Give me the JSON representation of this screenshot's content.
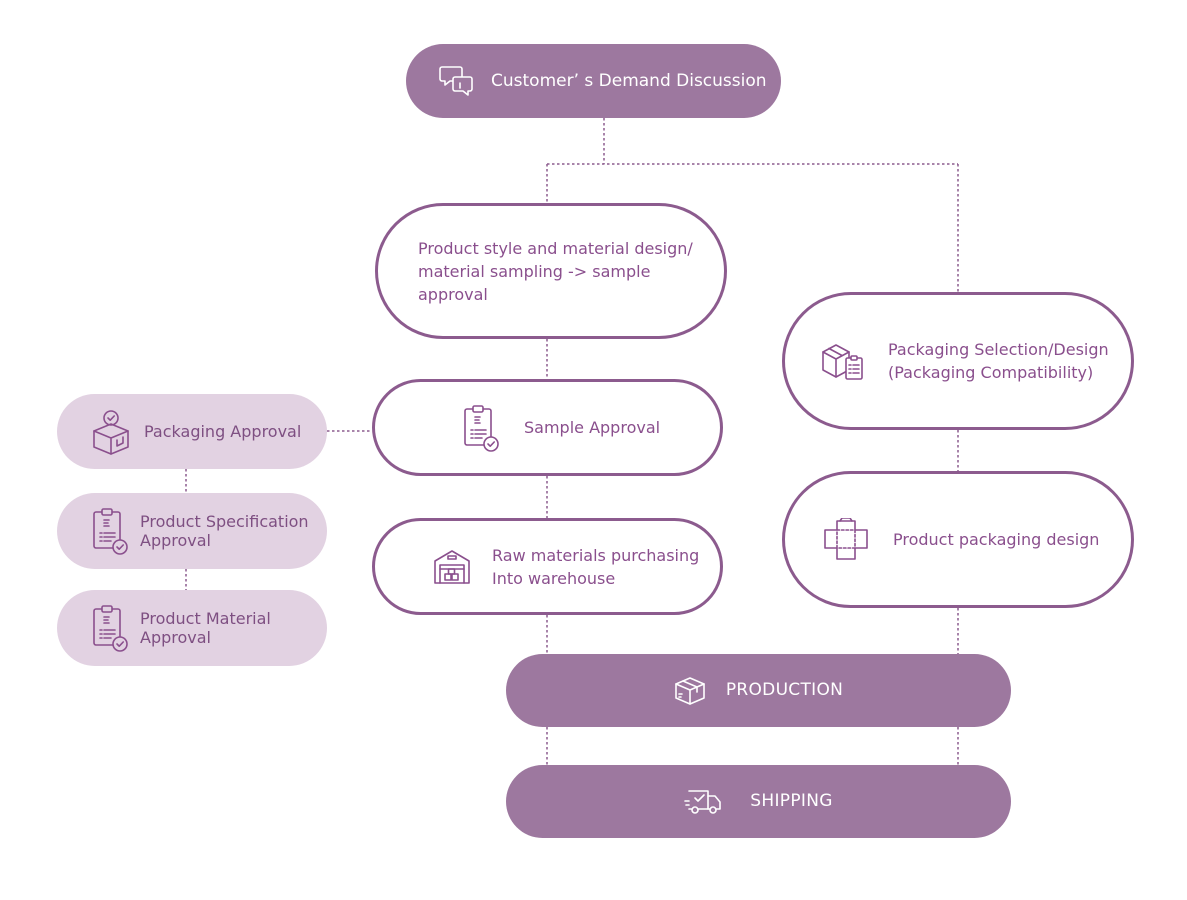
{
  "diagram": {
    "start": {
      "label": "Customer’  s Demand Discussion",
      "icon": "chat-bubbles-icon"
    },
    "style_design": {
      "label": "Product style and material design/\nmaterial sampling -> sample approval"
    },
    "sample_approval": {
      "label": "Sample Approval",
      "icon": "clipboard-check-icon"
    },
    "raw_materials": {
      "label": "Raw materials purchasing\nInto warehouse",
      "icon": "warehouse-icon"
    },
    "packaging_selection": {
      "label": "Packaging Selection/Design\n(Packaging Compatibility)",
      "icon": "box-checklist-icon"
    },
    "packaging_design": {
      "label": "Product packaging design",
      "icon": "box-dieline-icon"
    },
    "packaging_approval": {
      "label": "Packaging Approval",
      "icon": "box-check-icon"
    },
    "spec_approval": {
      "label": "Product Specification\nApproval",
      "icon": "clipboard-check-icon"
    },
    "material_approval": {
      "label": "Product Material\nApproval",
      "icon": "clipboard-check-icon"
    },
    "production": {
      "label": "PRODUCTION",
      "icon": "package-icon"
    },
    "shipping": {
      "label": "SHIPPING",
      "icon": "delivery-truck-icon"
    }
  },
  "colors": {
    "primary_fill": "#9d789f",
    "soft_fill": "#e2d2e2",
    "outline": "#8c5b8e",
    "text_purple": "#8a4f8d",
    "connector": "#8c5b8e"
  }
}
